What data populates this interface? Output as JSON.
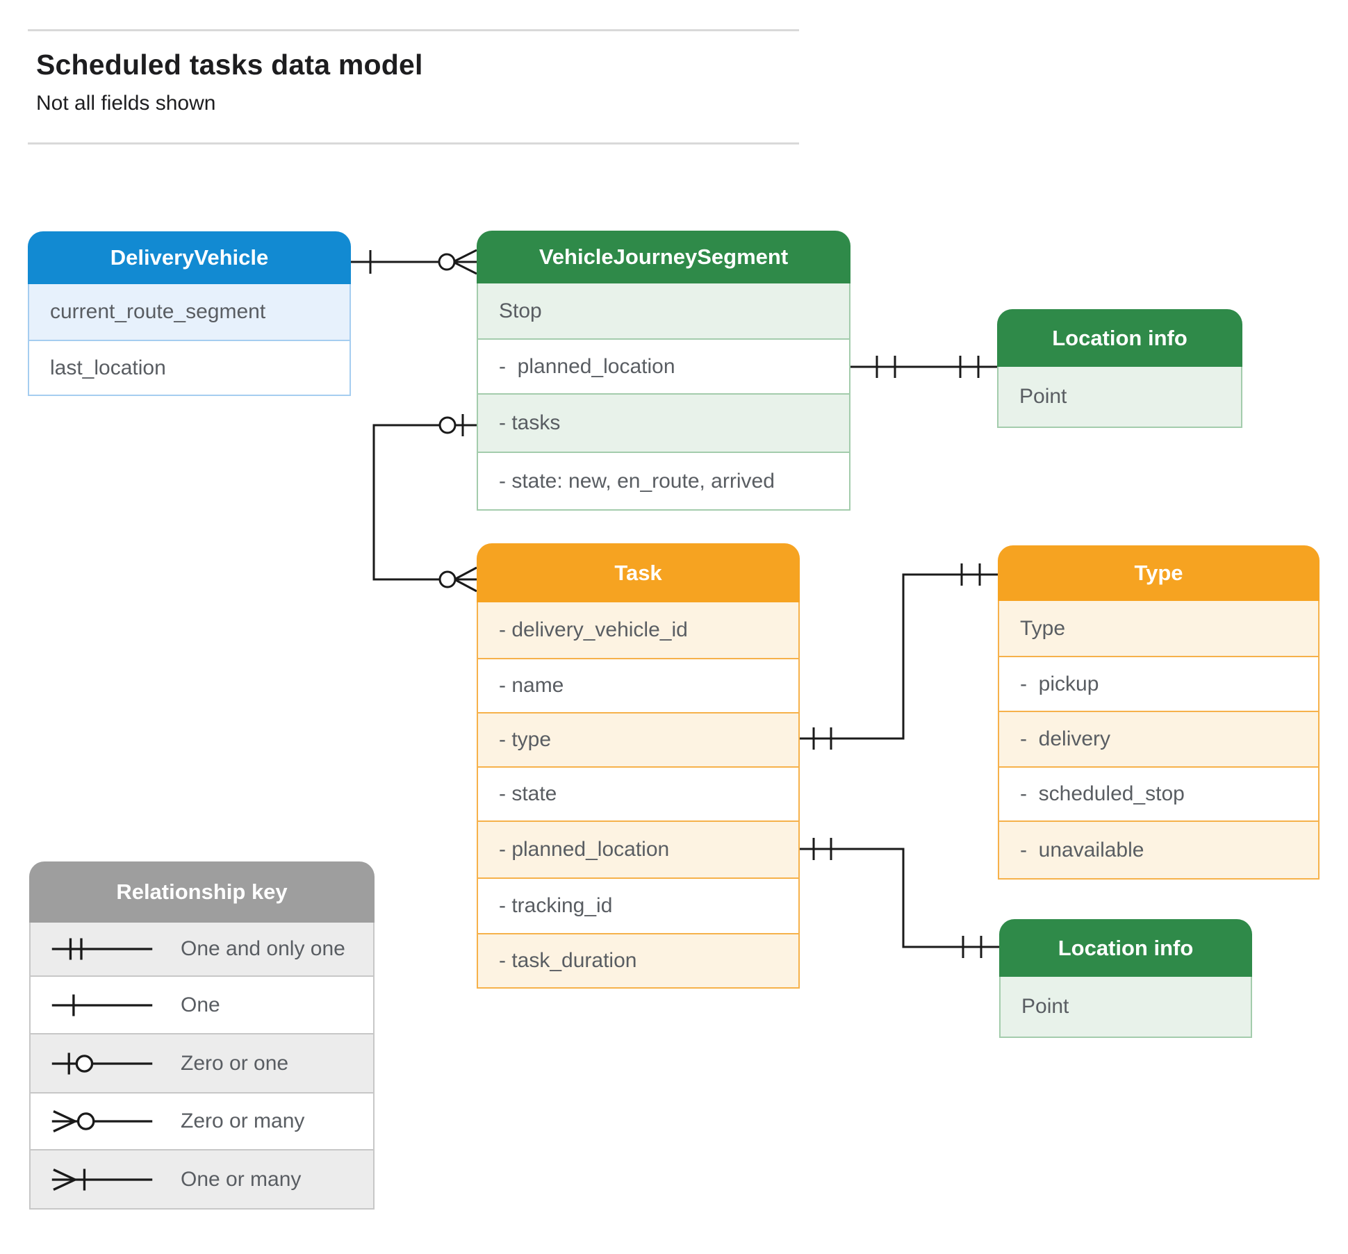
{
  "page": {
    "title": "Scheduled tasks data model",
    "subtitle": "Not all fields shown"
  },
  "entities": {
    "delivery_vehicle": {
      "title": "DeliveryVehicle",
      "fields": [
        "current_route_segment",
        "last_location"
      ]
    },
    "vehicle_journey_segment": {
      "title": "VehicleJourneySegment",
      "fields": [
        "Stop",
        "-  planned_location",
        "- tasks",
        "- state: new, en_route, arrived"
      ]
    },
    "location_info_top": {
      "title": "Location info",
      "fields": [
        "Point"
      ]
    },
    "task": {
      "title": "Task",
      "fields": [
        "- delivery_vehicle_id",
        "- name",
        "- type",
        "- state",
        "- planned_location",
        "- tracking_id",
        "- task_duration"
      ]
    },
    "type": {
      "title": "Type",
      "fields": [
        "Type",
        "-  pickup",
        "-  delivery",
        "-  scheduled_stop",
        "-  unavailable"
      ]
    },
    "location_info_bottom": {
      "title": "Location info",
      "fields": [
        "Point"
      ]
    }
  },
  "legend": {
    "title": "Relationship key",
    "items": [
      {
        "symbol": "one-and-only-one",
        "label": "One and only one"
      },
      {
        "symbol": "one",
        "label": "One"
      },
      {
        "symbol": "zero-or-one",
        "label": "Zero or one"
      },
      {
        "symbol": "zero-or-many",
        "label": "Zero or many"
      },
      {
        "symbol": "one-or-many",
        "label": "One or many"
      }
    ]
  },
  "relationships": [
    {
      "from": "DeliveryVehicle",
      "to": "VehicleJourneySegment",
      "from_cardinality": "one",
      "to_cardinality": "zero-or-many"
    },
    {
      "from": "VehicleJourneySegment.planned_location",
      "to": "Location info (top)",
      "from_cardinality": "one-and-only-one",
      "to_cardinality": "one-and-only-one"
    },
    {
      "from": "VehicleJourneySegment.tasks",
      "to": "Task",
      "from_cardinality": "zero-or-one",
      "to_cardinality": "zero-or-many"
    },
    {
      "from": "Task.type",
      "to": "Type",
      "from_cardinality": "one-and-only-one",
      "to_cardinality": "one-and-only-one"
    },
    {
      "from": "Task.planned_location",
      "to": "Location info (bottom)",
      "from_cardinality": "one-and-only-one",
      "to_cardinality": "one-and-only-one"
    }
  ],
  "colors": {
    "blue_header": "#128ad2",
    "blue_row_tint": "#e7f1fc",
    "blue_border": "#a5cdf0",
    "green_header": "#2f8a49",
    "green_row_tint": "#e8f2ea",
    "green_border": "#a3ccac",
    "orange_header": "#f6a321",
    "orange_row_tint": "#fdf3e2",
    "orange_border": "#f6b14a",
    "gray_header": "#9e9e9e",
    "gray_row_tint": "#ececec",
    "gray_border": "#c7c7c7",
    "connector": "#1a1a1a"
  }
}
